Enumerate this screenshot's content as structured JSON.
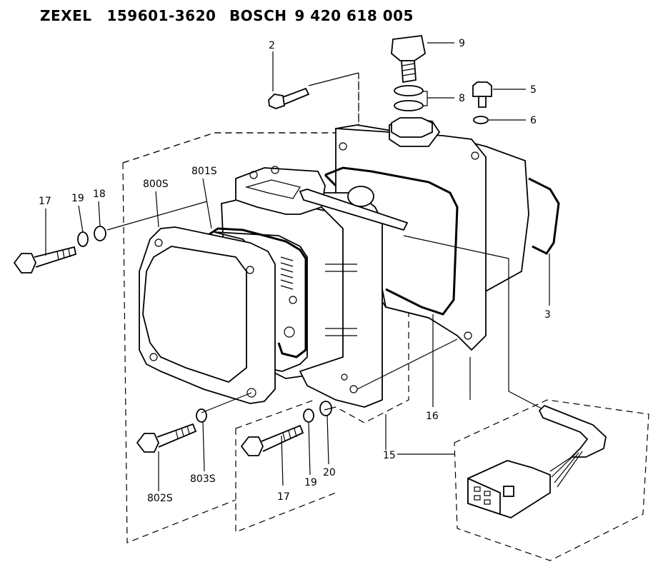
{
  "header": {
    "brand_zexel": "ZEXEL",
    "zexel_number": "159601-3620",
    "brand_bosch": "BOSCH",
    "bosch_number": "9 420 618 005"
  },
  "callouts": {
    "c2": "2",
    "c3": "3",
    "c5": "5",
    "c6": "6",
    "c8": "8",
    "c9": "9",
    "c15": "15",
    "c16": "16",
    "c17a": "17",
    "c17b": "17",
    "c18": "18",
    "c19a": "19",
    "c19b": "19",
    "c20": "20",
    "c800s": "800S",
    "c801s": "801S",
    "c802s": "802S",
    "c803s": "803S"
  }
}
